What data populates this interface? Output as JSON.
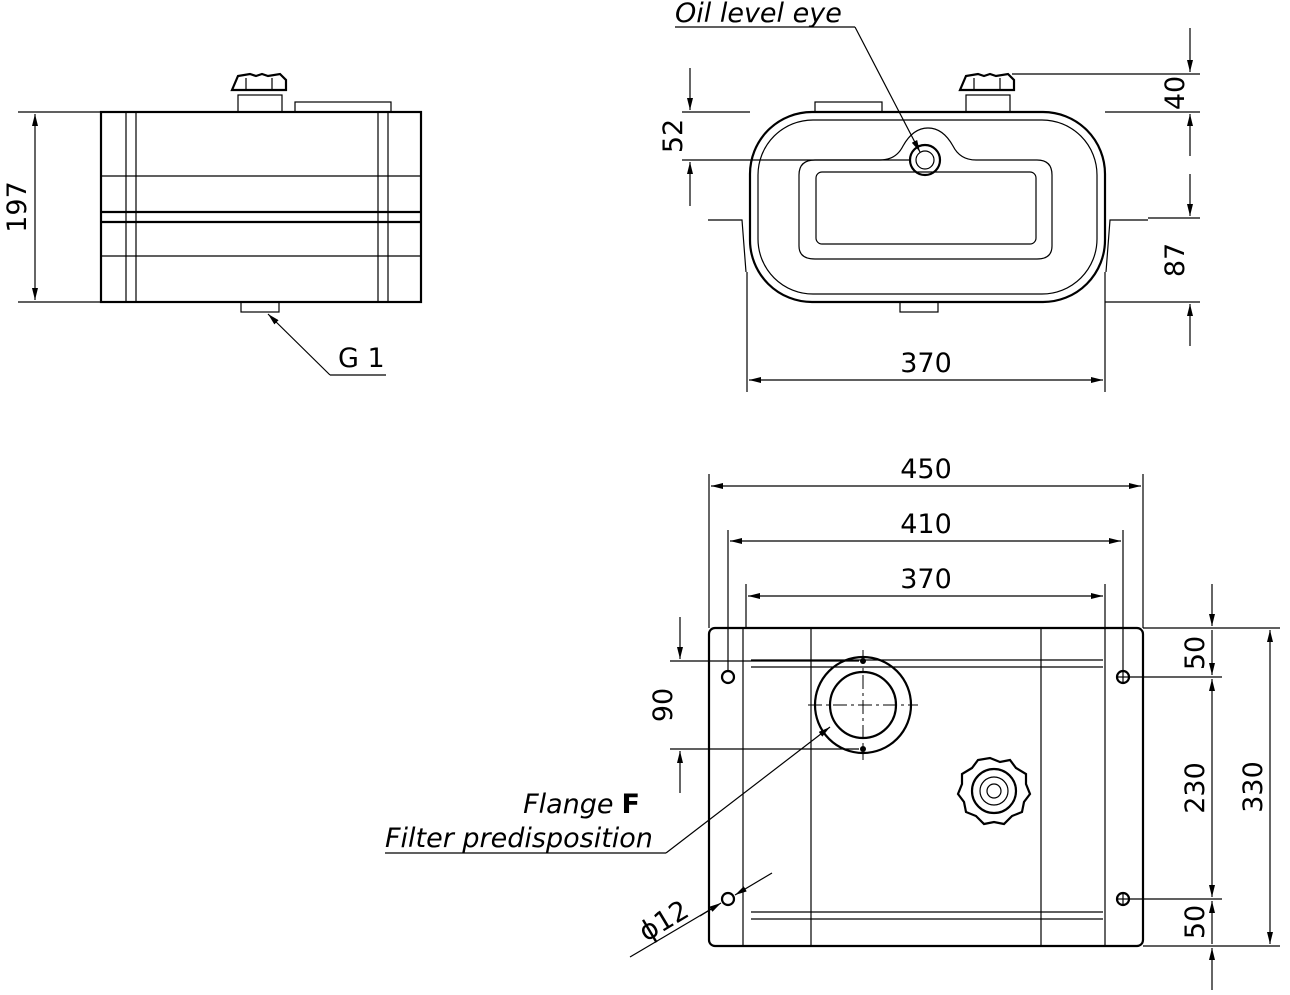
{
  "side_view": {
    "height_dim": "197",
    "thread_label": "G 1"
  },
  "front_view": {
    "oil_level_label": "Oil level eye",
    "eye_dim": "52",
    "cap_dim": "40",
    "lug_dim": "87",
    "width_dim": "370"
  },
  "top_view": {
    "overall_width_dim": "450",
    "hole_spacing_dim": "410",
    "body_width_dim": "370",
    "flange_dim": "90",
    "top_hole_dim": "50",
    "hole_pitch_dim": "230",
    "overall_depth_dim": "330",
    "bottom_hole_dim": "50",
    "flange_label": "Flange",
    "flange_letter": "F",
    "filter_label": "Filter predisposition",
    "hole_dia_symbol": "ϕ",
    "hole_dia_value": "12"
  }
}
